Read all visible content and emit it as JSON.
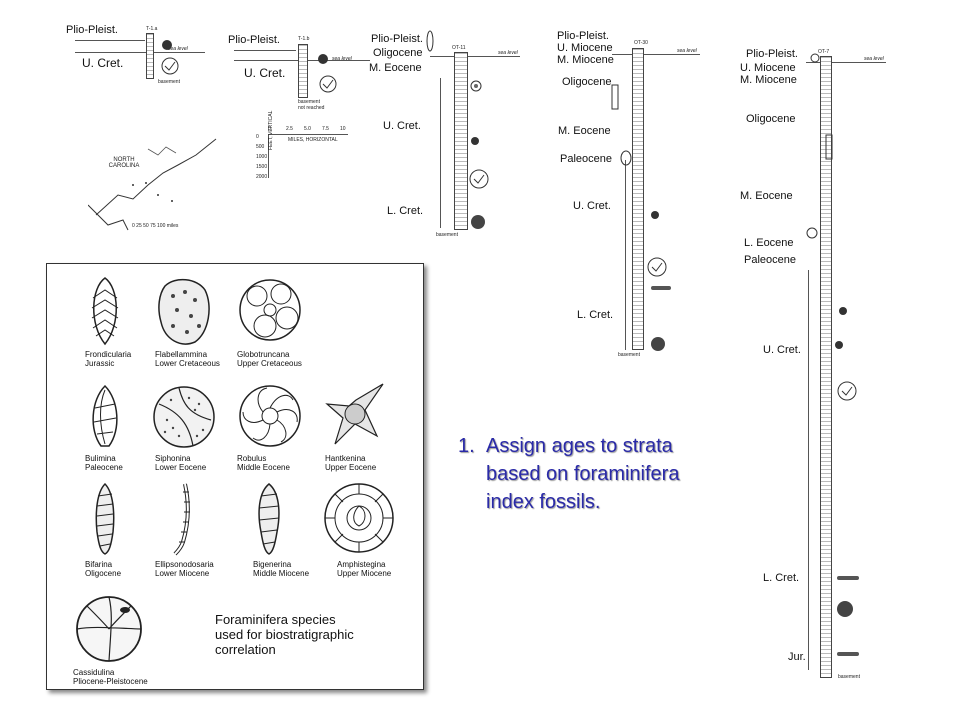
{
  "wells": [
    {
      "id": "T-1.a",
      "labels": [
        "Plio-Pleist.",
        "U. Cret."
      ],
      "sea_level": "sea level",
      "bottom": "basement"
    },
    {
      "id": "T-1.b",
      "labels": [
        "Plio-Pleist.",
        "U. Cret."
      ],
      "sea_level": "sea level",
      "bottom": "basement not reached"
    },
    {
      "id": "OT-11",
      "labels": [
        "Plio-Pleist.",
        "Oligocene",
        "M. Eocene",
        "U. Cret.",
        "L. Cret."
      ],
      "sea_level": "sea level",
      "bottom": "basement"
    },
    {
      "id": "OT-30",
      "labels": [
        "Plio-Pleist.",
        "U. Miocene",
        "M. Miocene",
        "Oligocene",
        "M. Eocene",
        "Paleocene",
        "U. Cret.",
        "L. Cret."
      ],
      "sea_level": "sea level",
      "bottom": "basement"
    },
    {
      "id": "OT-7",
      "labels": [
        "Plio-Pleist.",
        "U. Miocene",
        "M. Miocene",
        "Oligocene",
        "M. Eocene",
        "L. Eocene",
        "Paleocene",
        "U. Cret.",
        "L. Cret.",
        "Jur."
      ],
      "sea_level": "sea level",
      "bottom": "basement"
    }
  ],
  "map": {
    "state": "NORTH CAROLINA",
    "scale": "0 25 50 75 100 miles"
  },
  "scale_bar": {
    "horizontal": "MILES, HORIZONTAL",
    "vertical": "FEET, VERTICAL",
    "h_ticks": [
      "0",
      "2.5",
      "5.0",
      "7.5",
      "10"
    ],
    "v_ticks": [
      "0",
      "500",
      "1000",
      "1500",
      "2000"
    ]
  },
  "species": [
    {
      "name": "Frondicularia",
      "age": "Jurassic"
    },
    {
      "name": "Flabellammina",
      "age": "Lower Cretaceous"
    },
    {
      "name": "Globotruncana",
      "age": "Upper Cretaceous"
    },
    {
      "name": "Bulimina",
      "age": "Paleocene"
    },
    {
      "name": "Siphonina",
      "age": "Lower Eocene"
    },
    {
      "name": "Robulus",
      "age": "Middle Eocene"
    },
    {
      "name": "Hantkenina",
      "age": "Upper Eocene"
    },
    {
      "name": "Bifarina",
      "age": "Oligocene"
    },
    {
      "name": "Ellipsonodosaria",
      "age": "Lower Miocene"
    },
    {
      "name": "Bigenerina",
      "age": "Middle Miocene"
    },
    {
      "name": "Amphistegina",
      "age": "Upper Miocene"
    },
    {
      "name": "Cassidulina",
      "age": "Pliocene-Pleistocene"
    }
  ],
  "caption": [
    "Foraminifera species",
    "used for biostratigraphic",
    "correlation"
  ],
  "instruction": {
    "number": "1.",
    "lines": [
      "Assign ages to strata",
      "based on foraminifera",
      "index fossils."
    ]
  }
}
